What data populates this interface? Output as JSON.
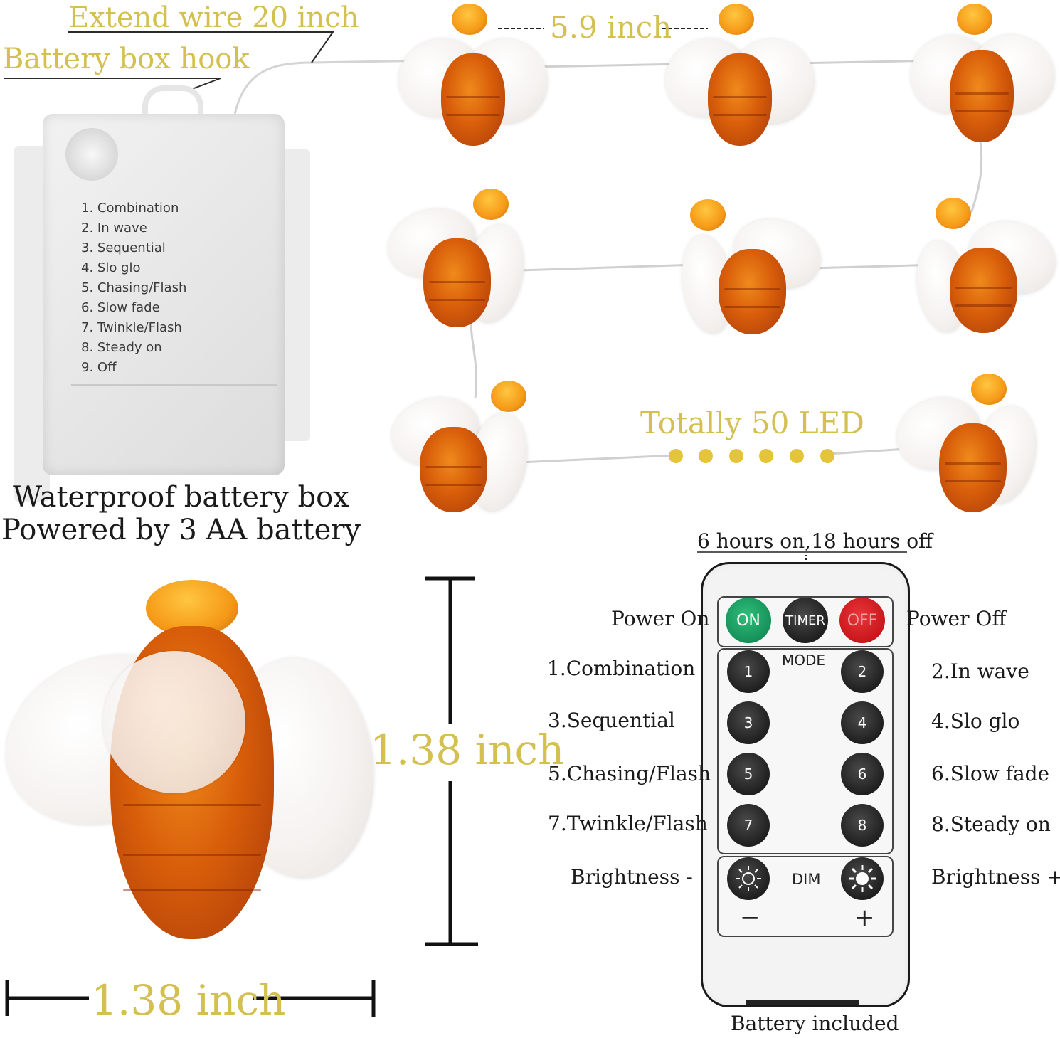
{
  "top_labels": {
    "extend_wire": "Extend wire 20 inch",
    "hook": "Battery box hook",
    "spacing": "5.9 inch",
    "total": "Totally 50 LED"
  },
  "battery_box": {
    "modes": [
      "1. Combination",
      "2. In wave",
      "3. Sequential",
      "4. Slo glo",
      "5. Chasing/Flash",
      "6. Slow fade",
      "7. Twinkle/Flash",
      "8. Steady on",
      "9. Off"
    ],
    "caption_1": "Waterproof battery box",
    "caption_2": "Powered by 3 AA battery"
  },
  "dimensions": {
    "height": "1.38 inch",
    "width": "1.38 inch"
  },
  "remote": {
    "timer_note": "6 hours on,18 hours off",
    "on": "ON",
    "timer": "TIMER",
    "off": "OFF",
    "mode": "MODE",
    "dim": "DIM",
    "minus": "−",
    "plus": "+",
    "buttons": [
      "1",
      "2",
      "3",
      "4",
      "5",
      "6",
      "7",
      "8"
    ],
    "caption": "Battery included",
    "left_labels": {
      "power_on": "Power On",
      "b1": "1.Combination",
      "b3": "3.Sequential",
      "b5": "5.Chasing/Flash",
      "b7": "7.Twinkle/Flash",
      "bright_minus": "Brightness -"
    },
    "right_labels": {
      "power_off": "Power Off",
      "b2": "2.In wave",
      "b4": "4.Slo glo",
      "b6": "6.Slow fade",
      "b8": "8.Steady on",
      "bright_plus": "Brightness +"
    },
    "colors": {
      "on": "#1a9a5a",
      "timer": "#1e1e1e",
      "off": "#c8161b"
    }
  },
  "accent_color": "#d4c050"
}
